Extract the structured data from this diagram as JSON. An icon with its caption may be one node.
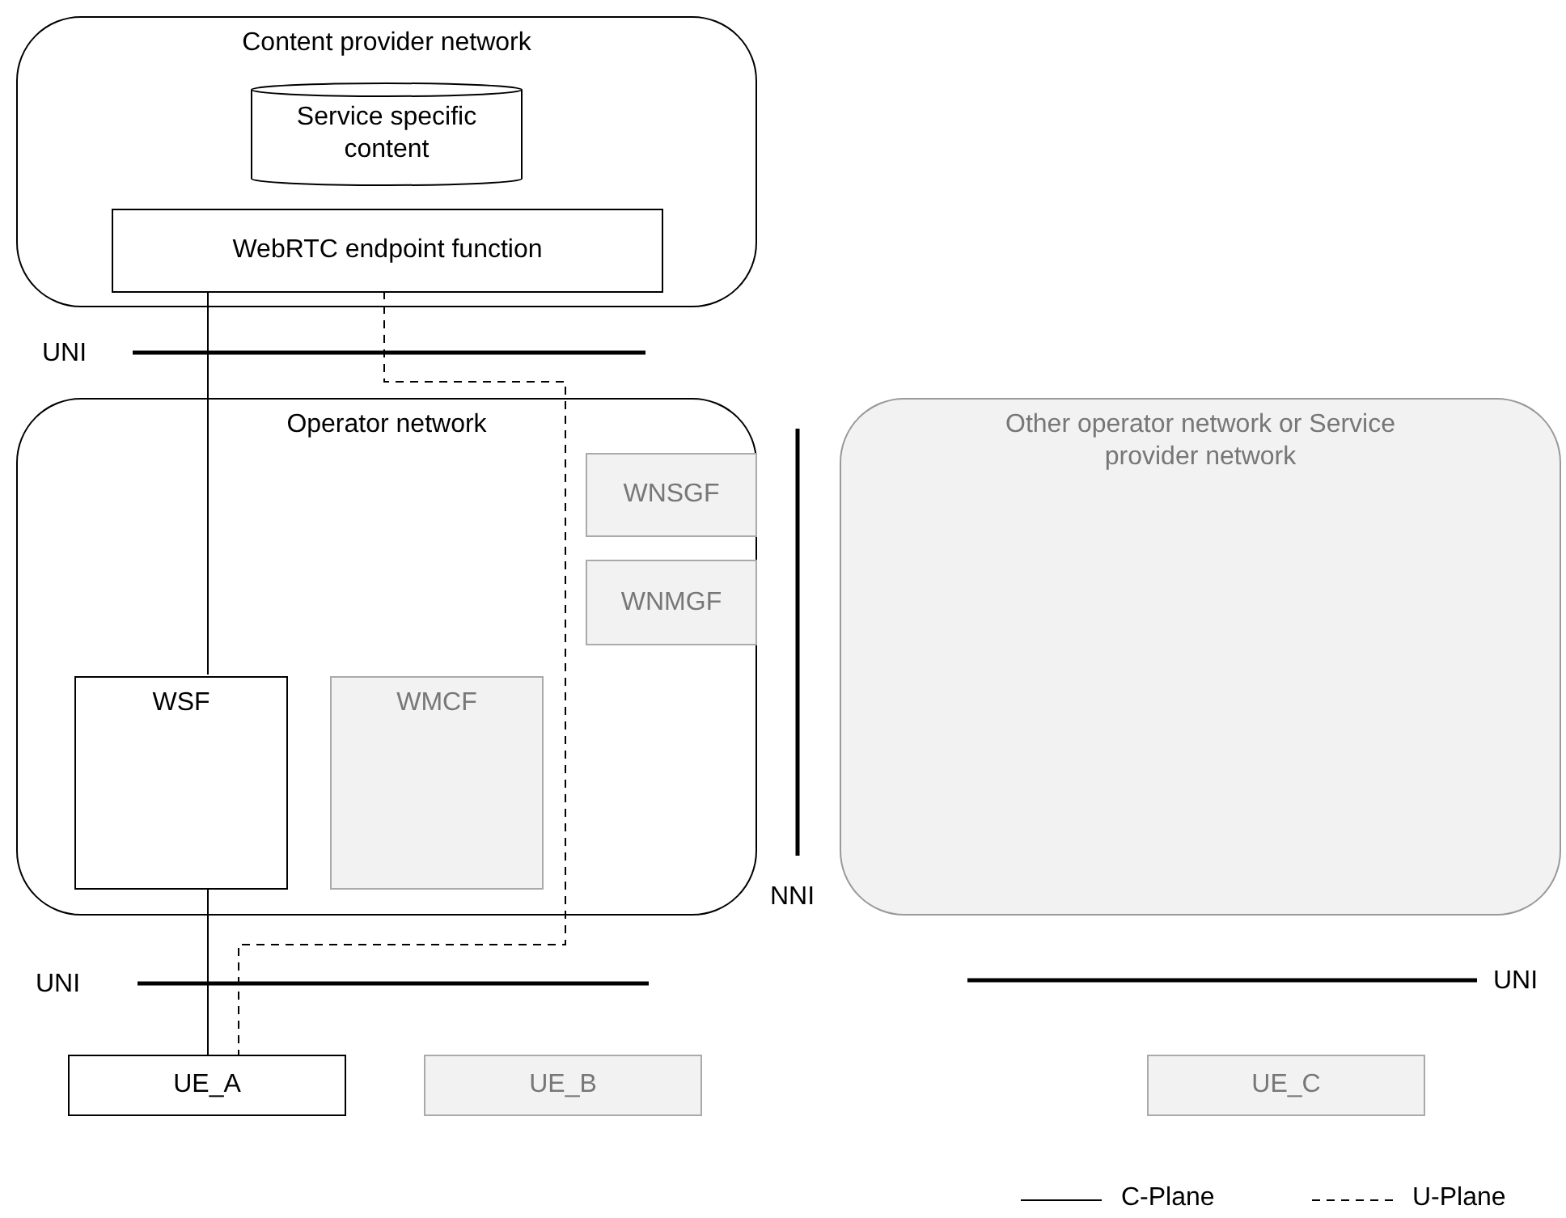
{
  "diagram": {
    "nodes": [
      {
        "text": [
          "Content provider network"
        ]
      },
      {
        "text": [
          "Service specific content"
        ],
        "in": 0
      },
      {
        "text": [
          "WebRTC endpoint function"
        ],
        "in": 0
      },
      {
        "text": [
          "Operator network"
        ]
      },
      {
        "text": [
          "WNSGF"
        ],
        "in": 3
      },
      {
        "text": [
          "WNMGF"
        ],
        "in": 3
      },
      {
        "text": [
          "WSF"
        ],
        "in": 3
      },
      {
        "text": [
          "WMCF"
        ],
        "in": 3
      },
      {
        "text": [
          "Other operator network or Service provider network"
        ]
      },
      {
        "text": [
          "UE_A"
        ]
      },
      {
        "text": [
          "UE_B"
        ]
      },
      {
        "text": [
          "UE_C"
        ]
      }
    ],
    "edges": [
      {
        "from": 2,
        "to": 6,
        "arrow": "none"
      },
      {
        "from": 6,
        "to": 9,
        "arrow": "none"
      },
      {
        "from": 2,
        "to": 9,
        "arrow": "none",
        "style": "dashed"
      }
    ],
    "labels": [
      "UNI",
      "UNI",
      "NNI",
      "UNI"
    ],
    "legend": [
      {
        "text": "C-Plane"
      },
      {
        "text": "U-Plane"
      }
    ]
  }
}
